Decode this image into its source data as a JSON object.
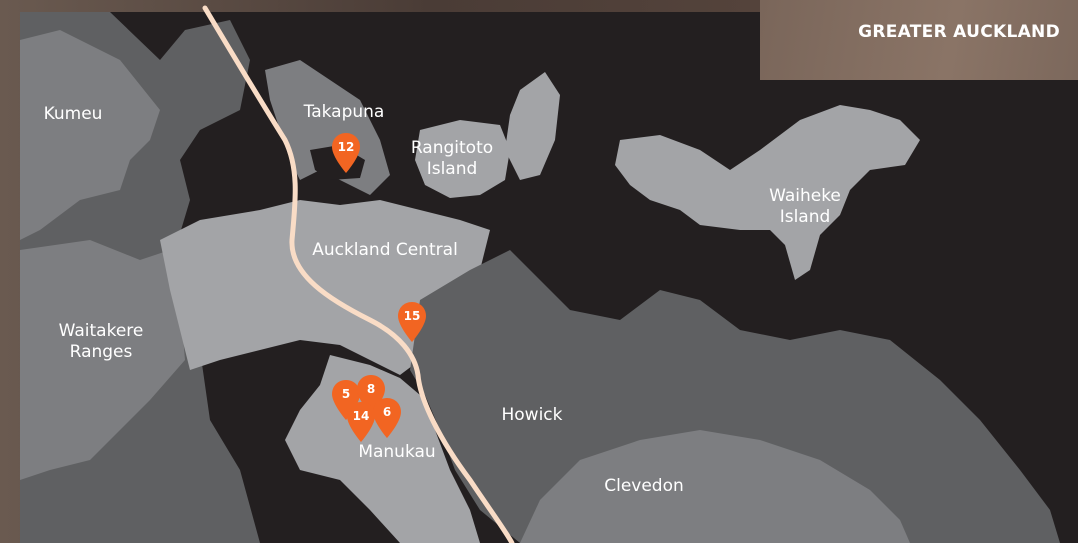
{
  "map": {
    "title": "GREATER AUCKLAND",
    "colors": {
      "water": "#231f20",
      "land_dark": "#5f6062",
      "land_mid": "#7d7e81",
      "land_light": "#a3a4a7",
      "road": "#f9dcc6",
      "marker": "#f26522"
    },
    "regions": [
      {
        "id": "kumeu",
        "label": "Kumeu"
      },
      {
        "id": "takapuna",
        "label": "Takapuna"
      },
      {
        "id": "rangitoto",
        "label": "Rangitoto\nIsland"
      },
      {
        "id": "waiheke",
        "label": "Waiheke\nIsland"
      },
      {
        "id": "auckland-central",
        "label": "Auckland Central"
      },
      {
        "id": "waitakere",
        "label": "Waitakere\nRanges"
      },
      {
        "id": "howick",
        "label": "Howick"
      },
      {
        "id": "manukau",
        "label": "Manukau"
      },
      {
        "id": "clevedon",
        "label": "Clevedon"
      }
    ],
    "markers": [
      {
        "number": "12"
      },
      {
        "number": "15"
      },
      {
        "number": "5"
      },
      {
        "number": "8"
      },
      {
        "number": "14"
      },
      {
        "number": "6"
      }
    ]
  }
}
